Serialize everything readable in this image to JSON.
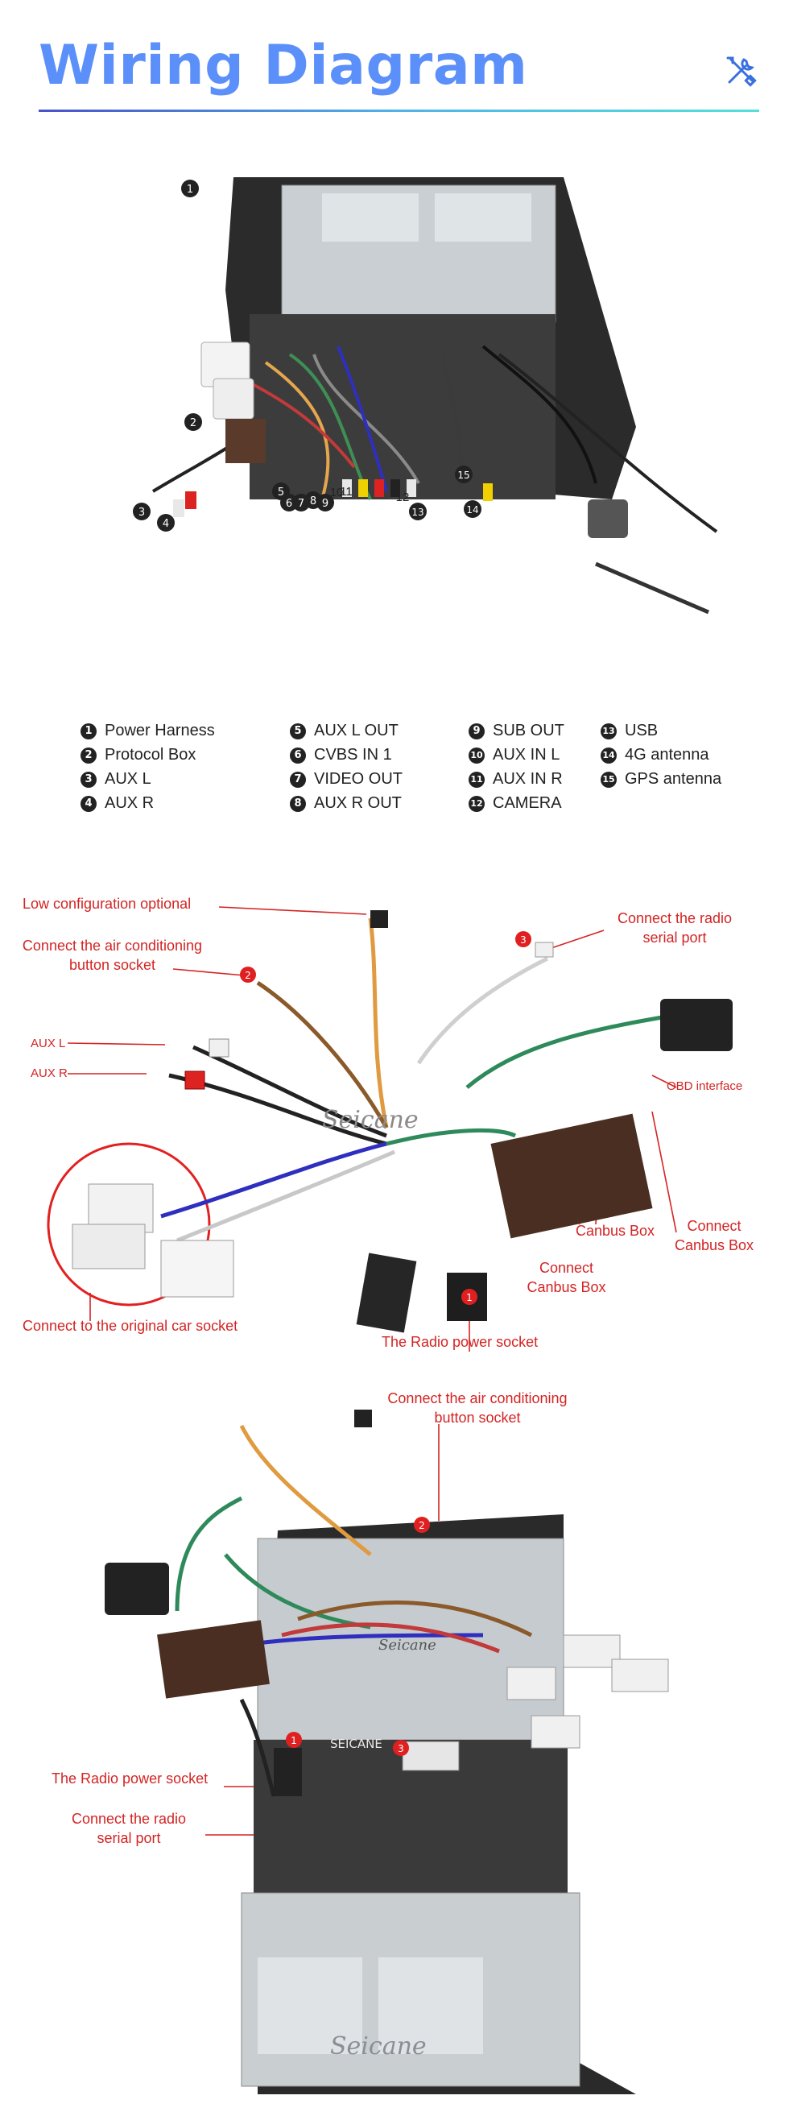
{
  "header": {
    "title": "Wiring Diagram",
    "icon": "tools-icon",
    "accent_color": "#5b8ff9"
  },
  "photo1": {
    "callouts": [
      "1",
      "2",
      "3",
      "4",
      "5",
      "6",
      "7",
      "8",
      "9",
      "10",
      "11",
      "12",
      "13",
      "14",
      "15"
    ]
  },
  "legend": [
    {
      "num": "1",
      "label": "Power Harness"
    },
    {
      "num": "2",
      "label": "Protocol Box"
    },
    {
      "num": "3",
      "label": "AUX L"
    },
    {
      "num": "4",
      "label": "AUX R"
    },
    {
      "num": "5",
      "label": "AUX L OUT"
    },
    {
      "num": "6",
      "label": "CVBS IN 1"
    },
    {
      "num": "7",
      "label": "VIDEO OUT"
    },
    {
      "num": "8",
      "label": "AUX R OUT"
    },
    {
      "num": "9",
      "label": "SUB OUT"
    },
    {
      "num": "10",
      "label": "AUX IN L"
    },
    {
      "num": "11",
      "label": "AUX IN R"
    },
    {
      "num": "12",
      "label": "CAMERA"
    },
    {
      "num": "13",
      "label": "USB"
    },
    {
      "num": "14",
      "label": "4G antenna"
    },
    {
      "num": "15",
      "label": "GPS antenna"
    }
  ],
  "diagram2": {
    "low_config": "Low configuration optional",
    "air_cond": "Connect the air conditioning button socket",
    "aux_l": "AUX L",
    "aux_r": "AUX R",
    "original_socket": "Connect to the original car socket",
    "radio_power": "The Radio power socket",
    "canbus_box_1": "Connect Canbus Box",
    "canbus_box": "Canbus Box",
    "canbus_box_2": "Connect Canbus Box",
    "obd": "OBD interface",
    "radio_serial": "Connect the radio serial port",
    "badges": [
      "1",
      "2",
      "3"
    ],
    "brand": "Seicane"
  },
  "diagram3": {
    "air_cond": "Connect the air conditioning button socket",
    "radio_power": "The Radio power socket",
    "radio_serial": "Connect the radio serial port",
    "badges": [
      "1",
      "2",
      "3"
    ],
    "brand": "Seicane",
    "brand_caps": "SEICANE"
  }
}
